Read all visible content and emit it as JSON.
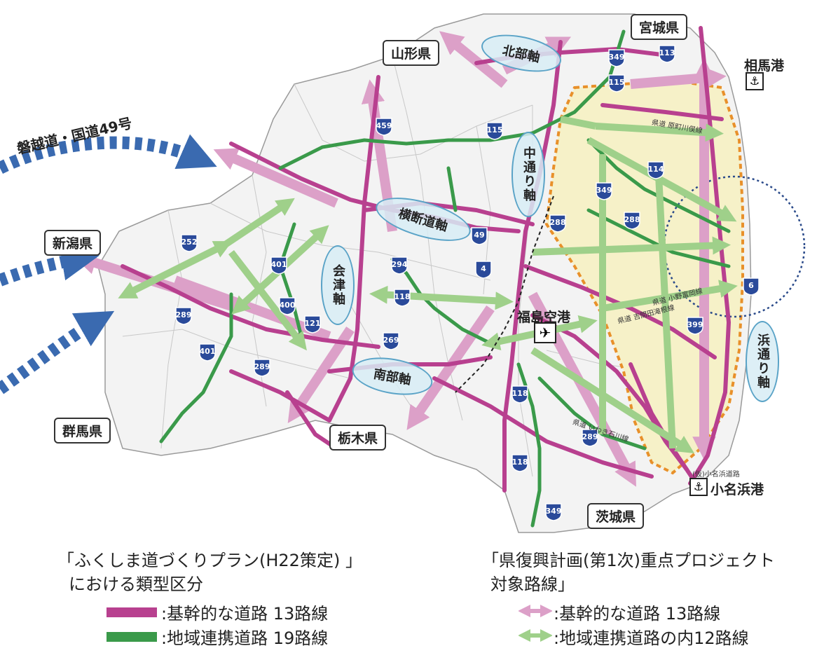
{
  "prefectures": {
    "miyagi": "宮城県",
    "yamagata": "山形県",
    "niigata": "新潟県",
    "gunma": "群馬県",
    "tochigi": "栃木県",
    "ibaraki": "茨城県"
  },
  "axes": {
    "north": "北部軸",
    "naka": "中通り軸",
    "aizu": "会津軸",
    "oudan": "横断道軸",
    "south": "南部軸",
    "hama": "浜通り軸"
  },
  "ports": {
    "soma": "相馬港",
    "onahama": "小名浜港"
  },
  "airport": "福島空港",
  "expressway_label": "磐越道・国道49号",
  "route_names": {
    "haramachi_kawamata": "県道 原町川俣線",
    "ono_tomioka": "県道 小野富岡線",
    "yoshima_tamura": "県道 吉間田滝根線",
    "iwaki_ishikawa": "県道 いわき石川線",
    "onahama_road": "(仮)小名浜道路"
  },
  "route_shields": [
    "349",
    "113",
    "115",
    "459",
    "115",
    "114",
    "349",
    "288",
    "288",
    "49",
    "4",
    "294",
    "118",
    "252",
    "401",
    "400",
    "289",
    "121",
    "269",
    "401",
    "289",
    "118",
    "289",
    "118",
    "349",
    "399",
    "6"
  ],
  "legend": {
    "left_heading_1": "「ふくしま道づくりプラン(H22策定) 」",
    "left_heading_2": "における類型区分",
    "left_item_1": ":基幹的な道路 13路線",
    "left_item_2": ":地域連携道路 19路線",
    "right_heading_1": "「県復興計画(第1次)重点プロジェクト",
    "right_heading_2": "対象路線」",
    "right_item_1": ":基幹的な道路 13路線",
    "right_item_2": ":地域連携道路の内12路線"
  },
  "colors": {
    "trunk": "#b8408f",
    "regional": "#3a9a4a",
    "trunk_plan": "#dca0c8",
    "regional_plan": "#9fd08a",
    "focus_area": "#f6f1c8",
    "focus_border": "#e8902a",
    "blue_arrow": "#3a6ab0"
  }
}
